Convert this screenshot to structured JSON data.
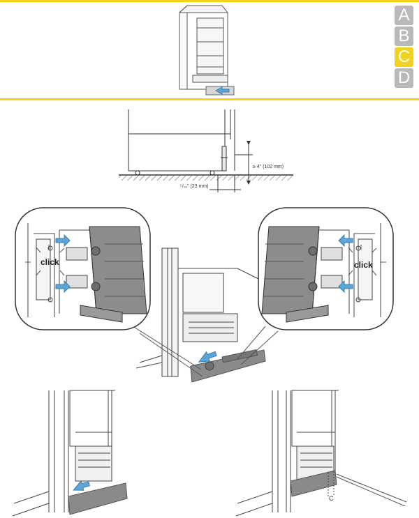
{
  "steps": [
    {
      "letter": "A",
      "active": false
    },
    {
      "letter": "B",
      "active": false
    },
    {
      "letter": "C",
      "active": true
    },
    {
      "letter": "D",
      "active": false
    }
  ],
  "colors": {
    "accent_yellow": "#f2d21a",
    "inactive_tab": "#b9b9b9",
    "arrow_blue": "#5aa6d6",
    "panel_gray": "#8a8a8a"
  },
  "dimensions": {
    "height_min": "≥ 4\" (102 mm)",
    "depth_fraction": "⁵/₁₆\" (23 mm)"
  },
  "callouts": {
    "left_click": "click",
    "right_click": "click"
  },
  "labels": {
    "c_marker": "C"
  }
}
